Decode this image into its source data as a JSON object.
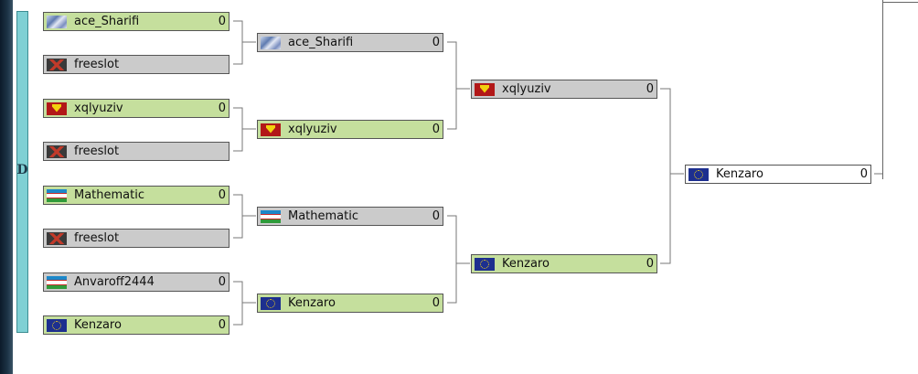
{
  "group": {
    "label": "D"
  },
  "round1": [
    {
      "name": "ace_Sharifi",
      "score": "0",
      "flag": "anime-icon",
      "status": "win"
    },
    {
      "name": "freeslot",
      "score": "",
      "flag": "freeslot-icon",
      "status": "loss"
    },
    {
      "name": "xqlyuziv",
      "score": "0",
      "flag": "superman-icon",
      "status": "win"
    },
    {
      "name": "freeslot",
      "score": "",
      "flag": "freeslot-icon",
      "status": "loss"
    },
    {
      "name": "Mathematic",
      "score": "0",
      "flag": "uzbekistan-flag-icon",
      "status": "win"
    },
    {
      "name": "freeslot",
      "score": "",
      "flag": "freeslot-icon",
      "status": "loss"
    },
    {
      "name": "Anvaroff2444",
      "score": "0",
      "flag": "uzbekistan-flag-icon",
      "status": "loss"
    },
    {
      "name": "Kenzaro",
      "score": "0",
      "flag": "eu-flag-icon",
      "status": "win"
    }
  ],
  "round2": [
    {
      "name": "ace_Sharifi",
      "score": "0",
      "flag": "anime-icon",
      "status": "loss"
    },
    {
      "name": "xqlyuziv",
      "score": "0",
      "flag": "superman-icon",
      "status": "win"
    },
    {
      "name": "Mathematic",
      "score": "0",
      "flag": "uzbekistan-flag-icon",
      "status": "loss"
    },
    {
      "name": "Kenzaro",
      "score": "0",
      "flag": "eu-flag-icon",
      "status": "win"
    }
  ],
  "round3": [
    {
      "name": "xqlyuziv",
      "score": "0",
      "flag": "superman-icon",
      "status": "loss"
    },
    {
      "name": "Kenzaro",
      "score": "0",
      "flag": "eu-flag-icon",
      "status": "win"
    }
  ],
  "round4": [
    {
      "name": "Kenzaro",
      "score": "0",
      "flag": "eu-flag-icon",
      "status": "final"
    }
  ]
}
